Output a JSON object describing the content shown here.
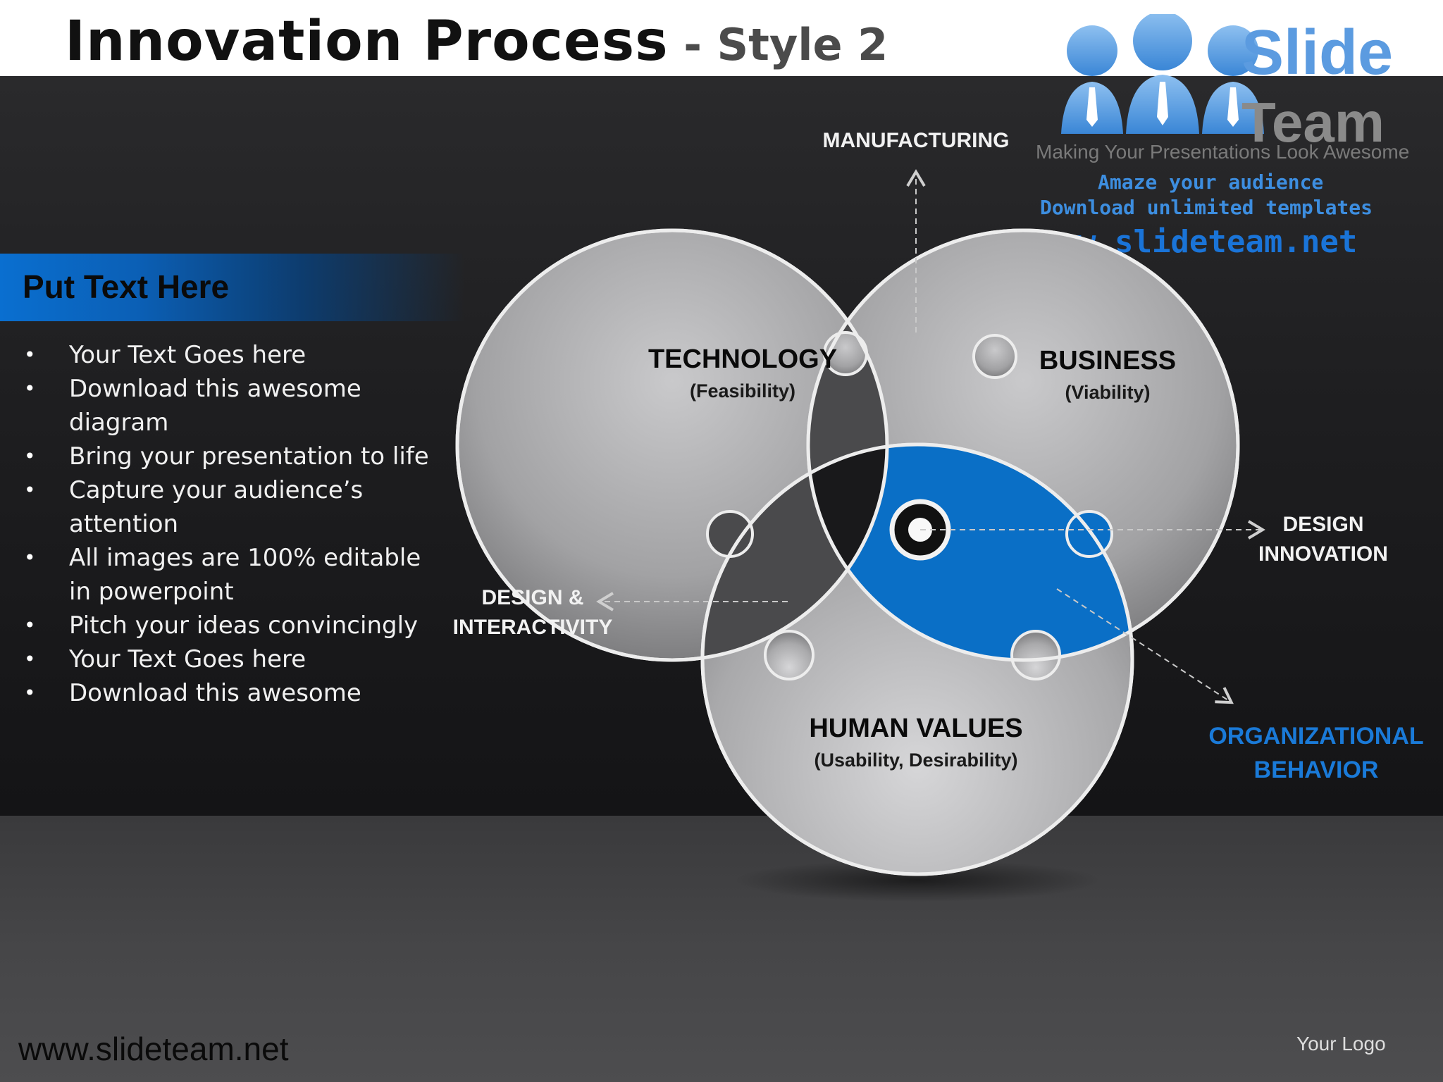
{
  "title": {
    "main": "Innovation Process",
    "sub": " - Style 2"
  },
  "side_panel": {
    "header": "Put Text Here",
    "bullets": [
      "Your Text Goes here",
      "Download this awesome diagram",
      "Bring your presentation to life",
      "Capture your audience’s attention",
      "All images are 100% editable in powerpoint",
      "Pitch your ideas convincingly",
      "Your Text Goes here",
      "Download this awesome"
    ]
  },
  "diagram": {
    "circles": [
      {
        "title": "TECHNOLOGY",
        "subtitle": "(Feasibility)"
      },
      {
        "title": "BUSINESS",
        "subtitle": "(Viability)"
      },
      {
        "title": "HUMAN VALUES",
        "subtitle": "(Usability, Desirability)"
      }
    ],
    "callouts": {
      "manufacturing": "MANUFACTURING",
      "design_innovation": [
        "DESIGN",
        "INNOVATION"
      ],
      "design_interactivity": [
        "DESIGN &",
        "INTERACTIVITY"
      ],
      "organizational_behavior": [
        "ORGANIZATIONAL",
        "BEHAVIOR"
      ]
    },
    "colors": {
      "highlight": "#0a6fc6",
      "callout_blue": "#1a7ad8",
      "circle_gray": "#a9a9ab"
    }
  },
  "branding": {
    "logo_word_1": "Slide",
    "logo_word_2": "Team",
    "tagline": "Making Your Presentations Look Awesome",
    "promo_1": "Amaze your audience",
    "promo_2": "Download unlimited templates",
    "promo_3": "www.slideteam.net"
  },
  "footer": {
    "url": "www.slideteam.net",
    "logo_placeholder": "Your Logo"
  }
}
